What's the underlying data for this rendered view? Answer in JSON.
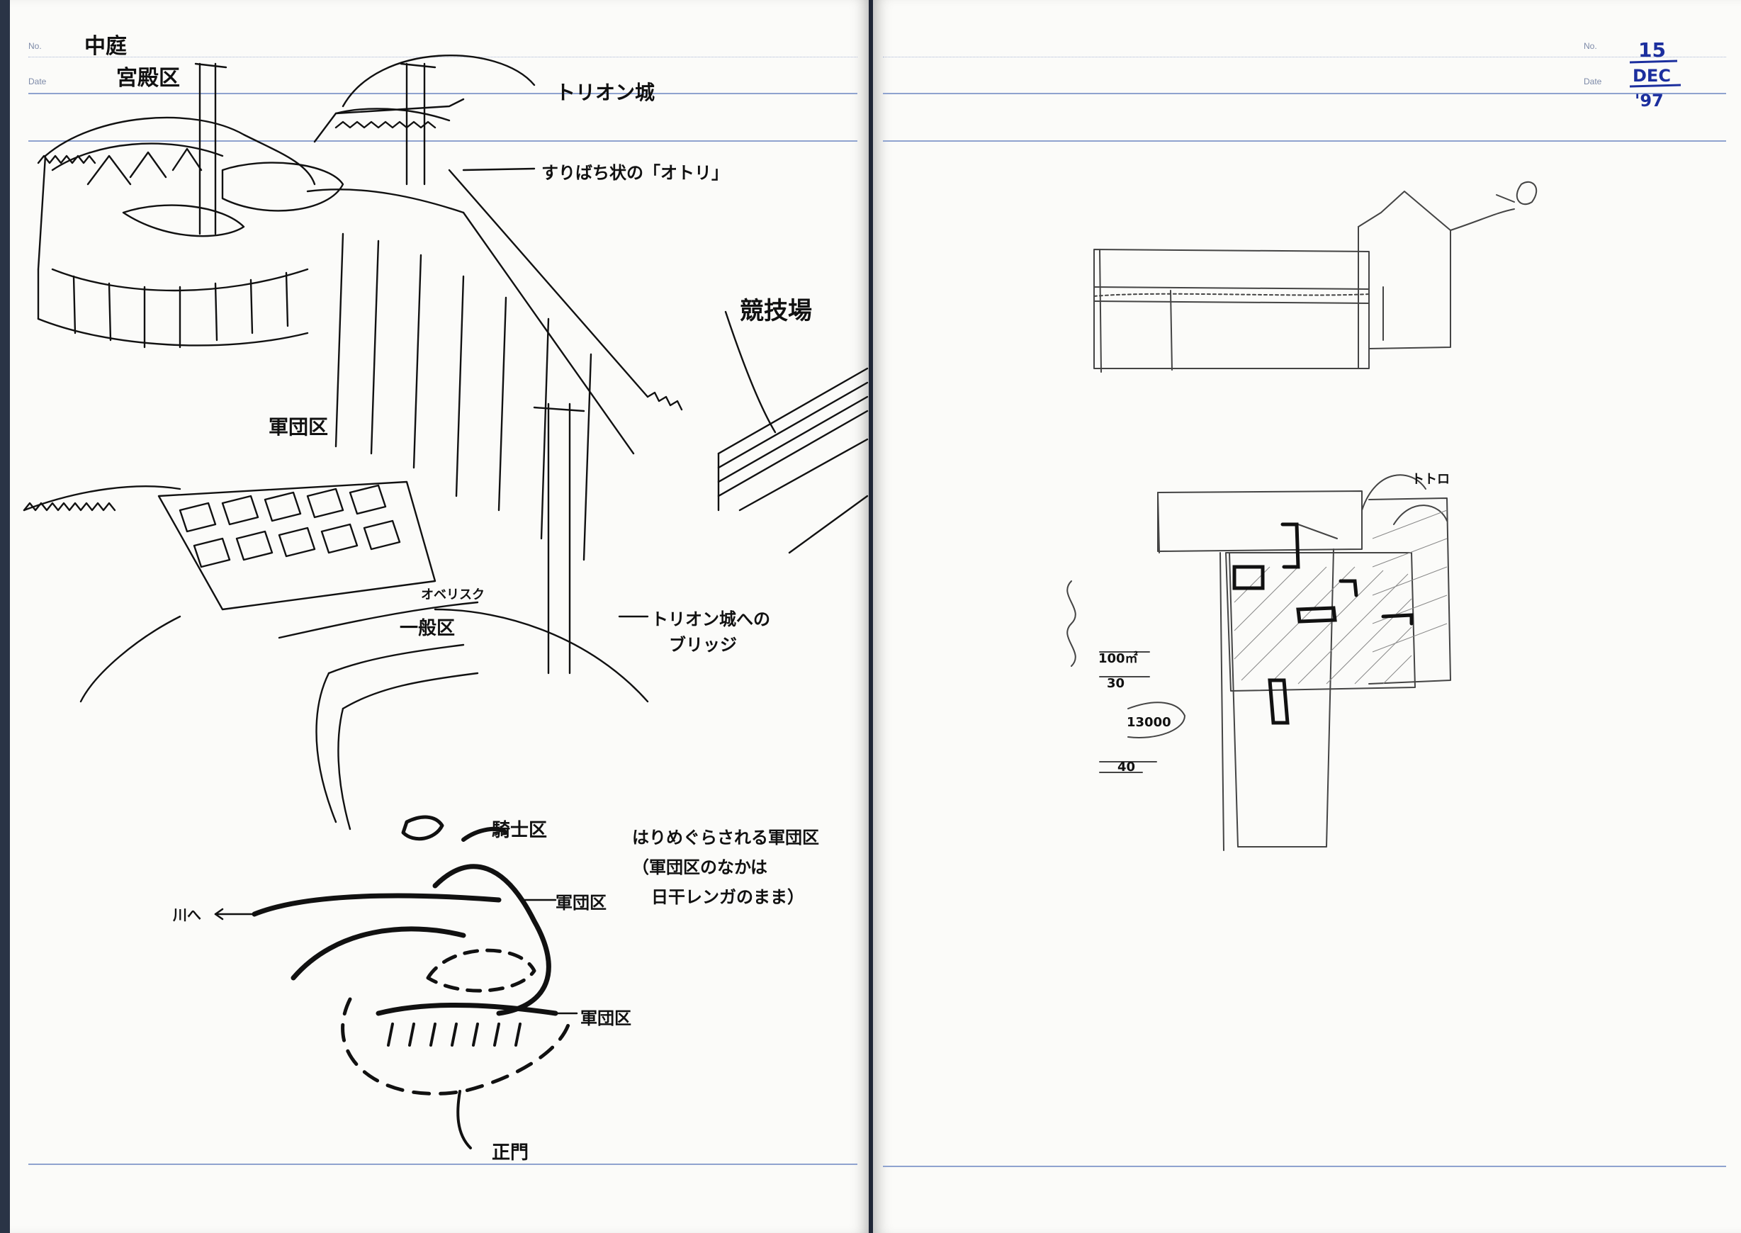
{
  "left_page": {
    "no_label": "No.",
    "date_label": "Date",
    "annotations": {
      "courtyard": "中庭",
      "palace_district": "宮殿区",
      "castle_name": "トリオン城",
      "mortar_bird": "すりばち状の「オトリ」",
      "arena": "競技場",
      "army_district": "軍団区",
      "obelisk": "オベリスク",
      "general_district": "一般区",
      "bridge_note_1": "トリオン城への",
      "bridge_note_2": "ブリッジ",
      "knight_district": "騎士区",
      "army_district_2": "軍団区",
      "army_district_3": "軍団区",
      "to_river": "川へ",
      "main_gate": "正門",
      "note_line_1": "はりめぐらされる軍団区",
      "note_line_2": "（軍団区のなかは",
      "note_line_3": "日干レンガのまま）"
    }
  },
  "right_page": {
    "no_label": "No.",
    "date_label": "Date",
    "no_value": "15",
    "date_value_1": "DEC",
    "date_value_2": "'97",
    "plan_notes": {
      "top_label": "トトロ",
      "dim_1": "100㎡",
      "dim_2": "30",
      "dim_3": "13000",
      "dim_4": "40"
    }
  },
  "colors": {
    "paper": "#fbfbf9",
    "ink": "#111111",
    "pencil": "#555555",
    "rule_blue": "#8fa3cf",
    "date_blue": "#1c2f9e",
    "background": "#2a3446"
  }
}
